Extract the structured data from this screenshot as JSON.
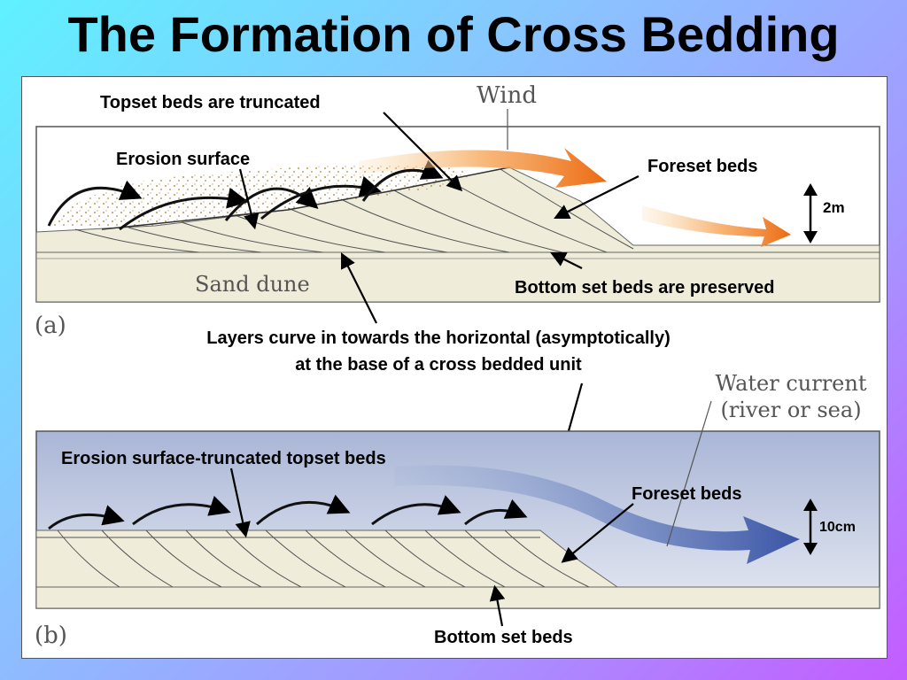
{
  "title": "The Formation of Cross Bedding",
  "panel_a": {
    "tag": "(a)",
    "wind": "Wind",
    "sand_dune": "Sand dune",
    "topset_truncated": "Topset beds are truncated",
    "erosion_surface": "Erosion surface",
    "foreset_beds": "Foreset beds",
    "height": "2m",
    "bottomset_preserved": "Bottom set beds are preserved"
  },
  "middle_note": {
    "line1": "Layers curve in towards the horizontal (asymptotically)",
    "line2": "at the base of a cross bedded unit"
  },
  "panel_b": {
    "tag": "(b)",
    "water_current_line1": "Water current",
    "water_current_line2": "(river or sea)",
    "erosion_truncated": "Erosion surface-truncated topset beds",
    "foreset_beds": "Foreset beds",
    "height": "10cm",
    "bottomset_beds": "Bottom set beds"
  },
  "colors": {
    "wind_arrow": "#f07a1a",
    "water_arrow": "#3d5aa8",
    "sand": "#efecda",
    "sand_grains": "#b8954a"
  }
}
